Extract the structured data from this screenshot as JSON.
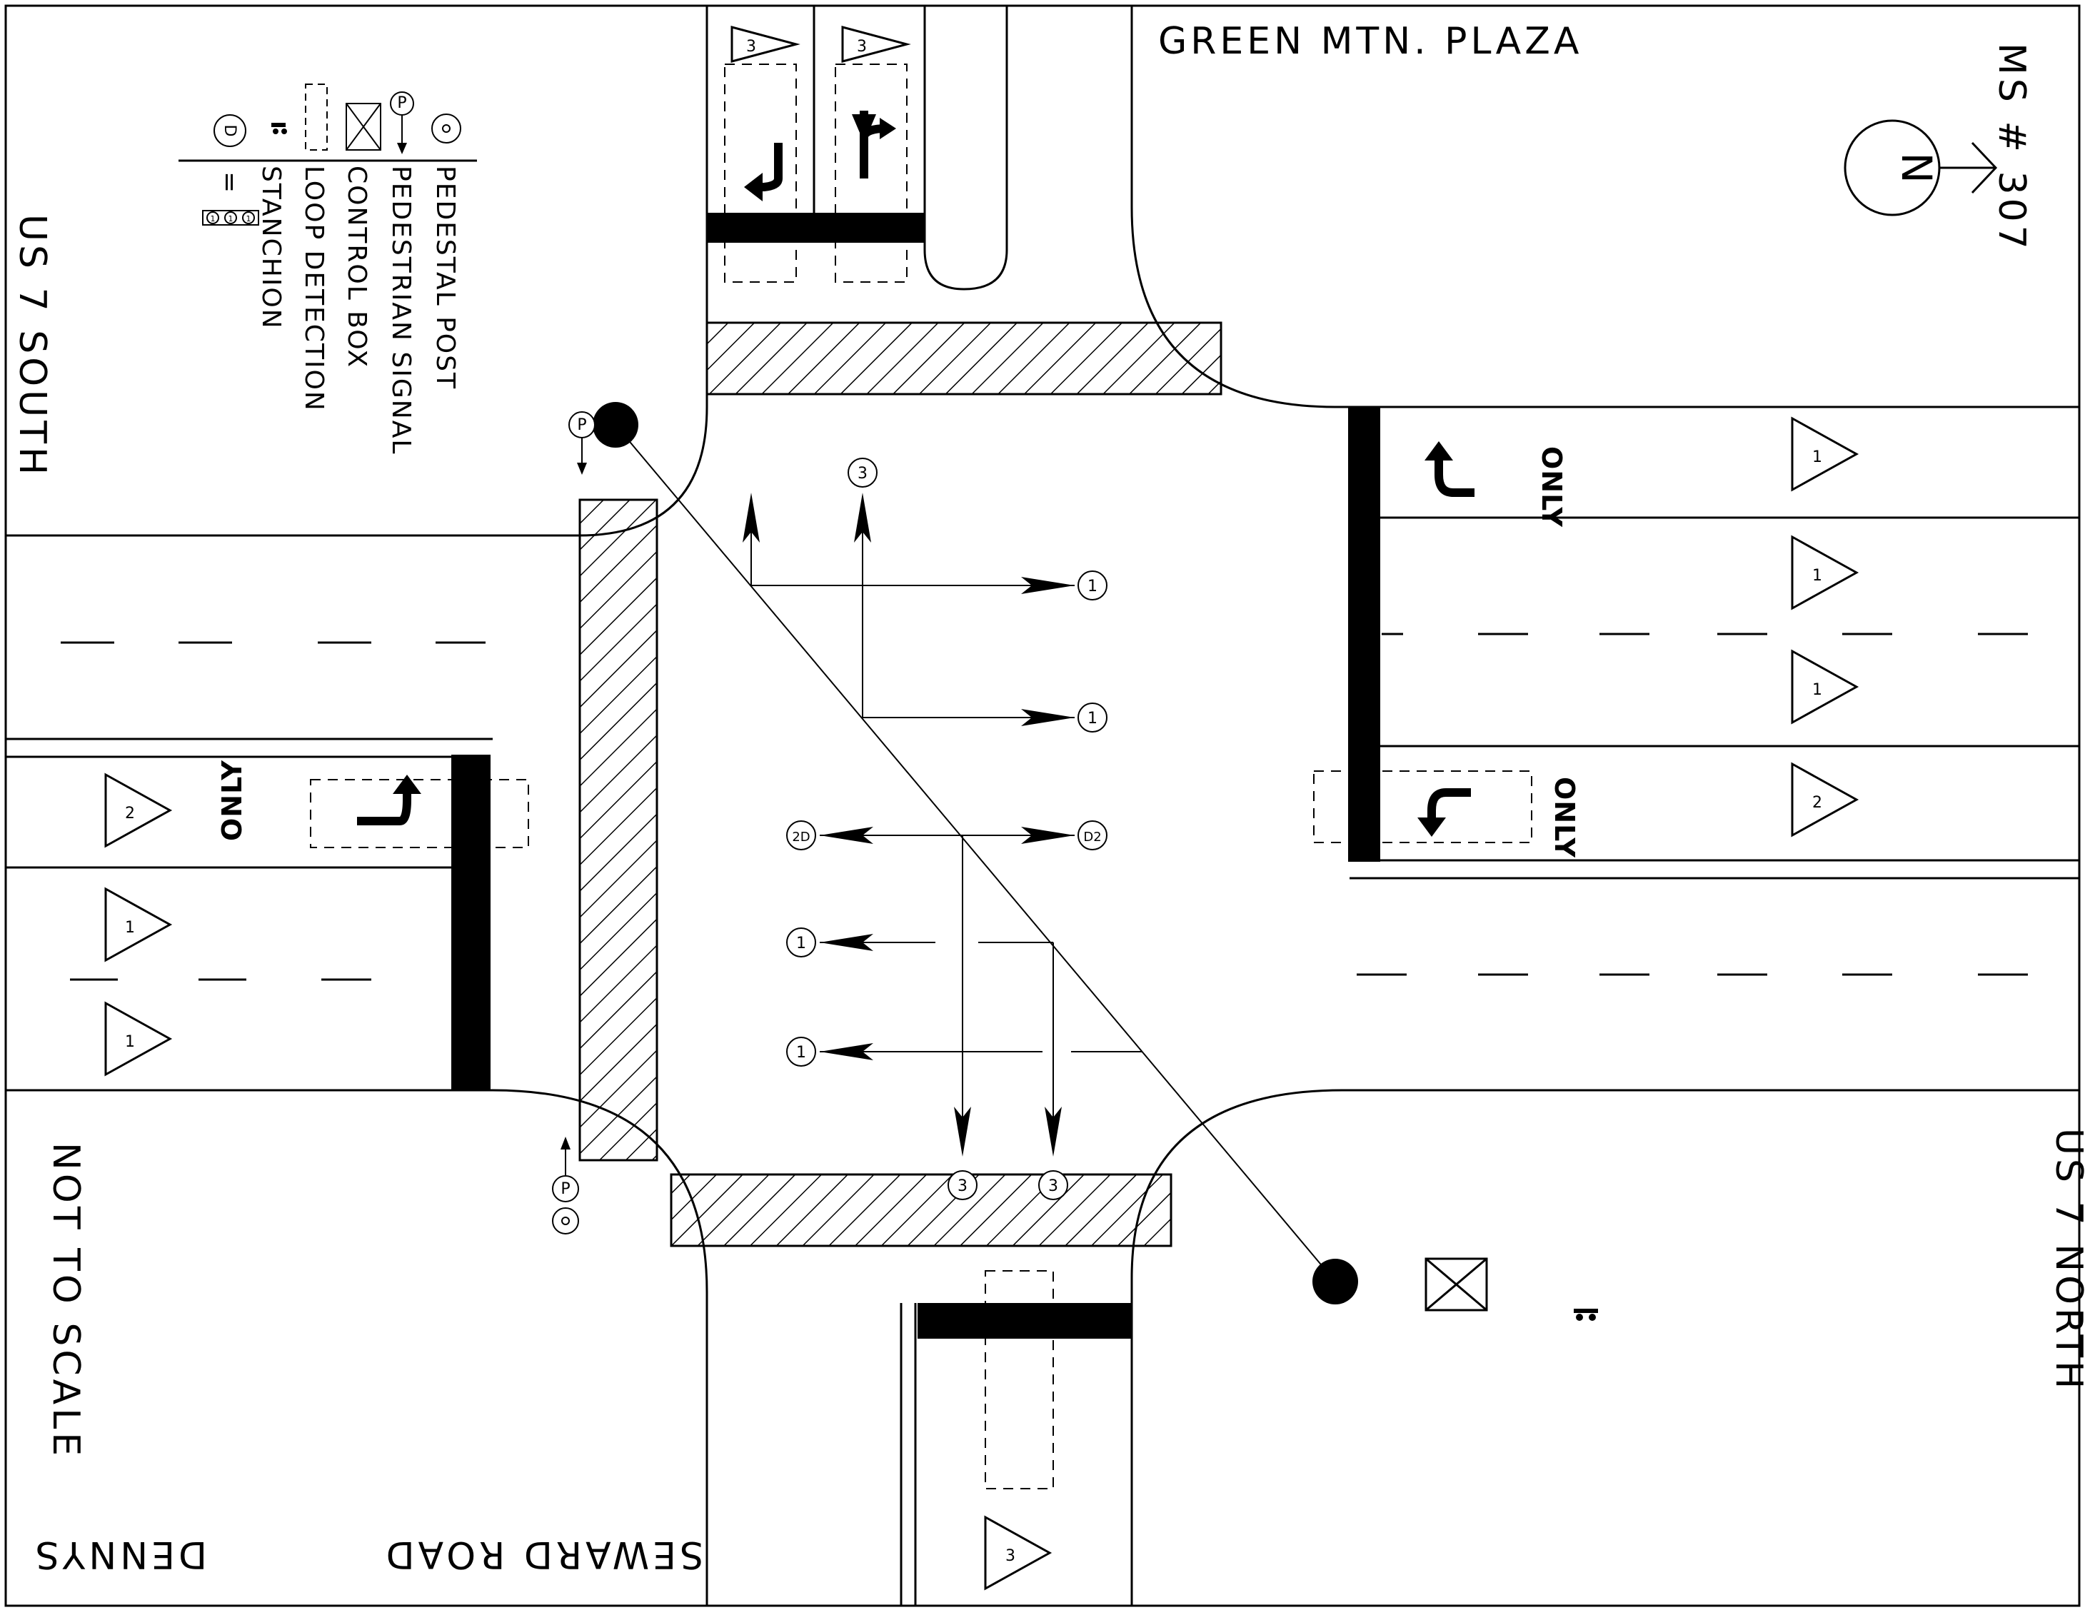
{
  "sheet": {
    "id_label": "MS # 307",
    "scale_note": "NOT TO SCALE",
    "colors": {
      "ink": "#000000",
      "paper": "#ffffff"
    }
  },
  "streets": {
    "north": "GREEN MTN. PLAZA",
    "west": "US 7 SOUTH",
    "east": "US 7 NORTH",
    "south": "SEWARD ROAD",
    "southwest": "DENNYS"
  },
  "north_arrow": {
    "letter": "N",
    "icon": "north-arrow-icon"
  },
  "legend": {
    "items": [
      {
        "symbol": "pedestal-post-icon",
        "label": "PEDESTAL POST"
      },
      {
        "symbol": "pedestrian-signal-icon",
        "label": "PEDESTRIAN SIGNAL"
      },
      {
        "symbol": "control-box-icon",
        "label": "CONTROL BOX"
      },
      {
        "symbol": "loop-detection-icon",
        "label": "LOOP DETECTION"
      },
      {
        "symbol": "stanchion-icon",
        "label": "STANCHION"
      }
    ],
    "equals": "="
  },
  "markings": {
    "only": "ONLY",
    "ped_letter": "P",
    "delay_suffix": "D"
  },
  "phases": {
    "wb_left": "1",
    "wb_through_a": "1",
    "wb_through_b": "1",
    "eb_left": "2",
    "eb_through_a": "1",
    "eb_through_b": "1",
    "nb_left": "3",
    "nb_through": "3",
    "sb": "3",
    "grid_1a": "1",
    "grid_1b": "1",
    "grid_3": "3",
    "grid_2d_left": "2D",
    "grid_d2_right": "D2",
    "grid_1c": "1",
    "grid_1d": "1",
    "grid_3a": "3",
    "grid_3b": "3",
    "legend_heads": [
      "1",
      "1",
      "1"
    ]
  }
}
